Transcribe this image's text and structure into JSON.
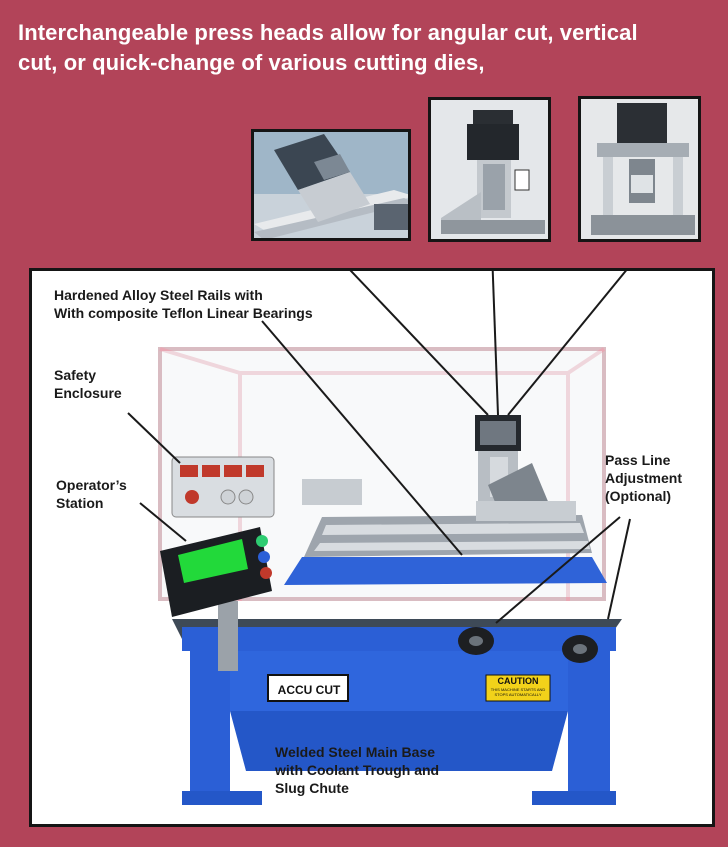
{
  "headline": {
    "line1": "Interchangeable press heads allow for angular cut, vertical",
    "line2": "cut, or quick-change of various cutting dies,"
  },
  "labels": {
    "rails": [
      "Hardened Alloy Steel Rails with",
      "With composite Teflon Linear Bearings"
    ],
    "enclosure": [
      "Safety",
      "Enclosure"
    ],
    "operator": [
      "Operator’s",
      "Station"
    ],
    "passline": [
      "Pass Line",
      "Adjustment",
      "(Optional)"
    ],
    "base": [
      "Welded Steel Main Base",
      "with Coolant Trough and",
      "Slug Chute"
    ]
  },
  "machine": {
    "brand_logo": "ACCU CUT",
    "caution_title": "CAUTION",
    "caution_body": "THIS MACHINE STARTS AND STOPS AUTOMATICALLY"
  },
  "colors": {
    "background": "#b24459",
    "base_blue": "#2b5fd6",
    "screen_green": "#22d93a",
    "caution_yellow": "#f2d21a",
    "enclosure_pink": "#e8a8b4"
  }
}
